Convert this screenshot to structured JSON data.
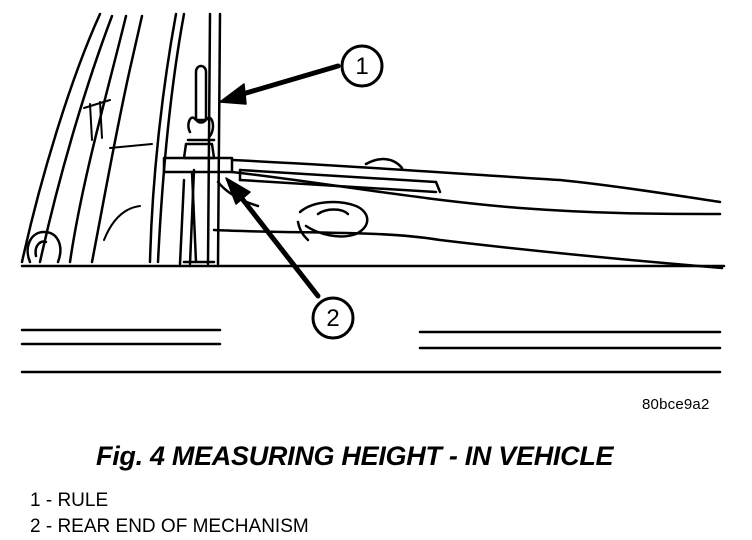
{
  "figure": {
    "caption": "Fig. 4 MEASURING HEIGHT - IN VEHICLE",
    "reference_code": "80bce9a2",
    "callouts": [
      {
        "number": "1"
      },
      {
        "number": "2"
      }
    ]
  },
  "legend": {
    "items": [
      {
        "text": "1 - RULE"
      },
      {
        "text": "2 - REAR END OF MECHANISM"
      }
    ]
  }
}
